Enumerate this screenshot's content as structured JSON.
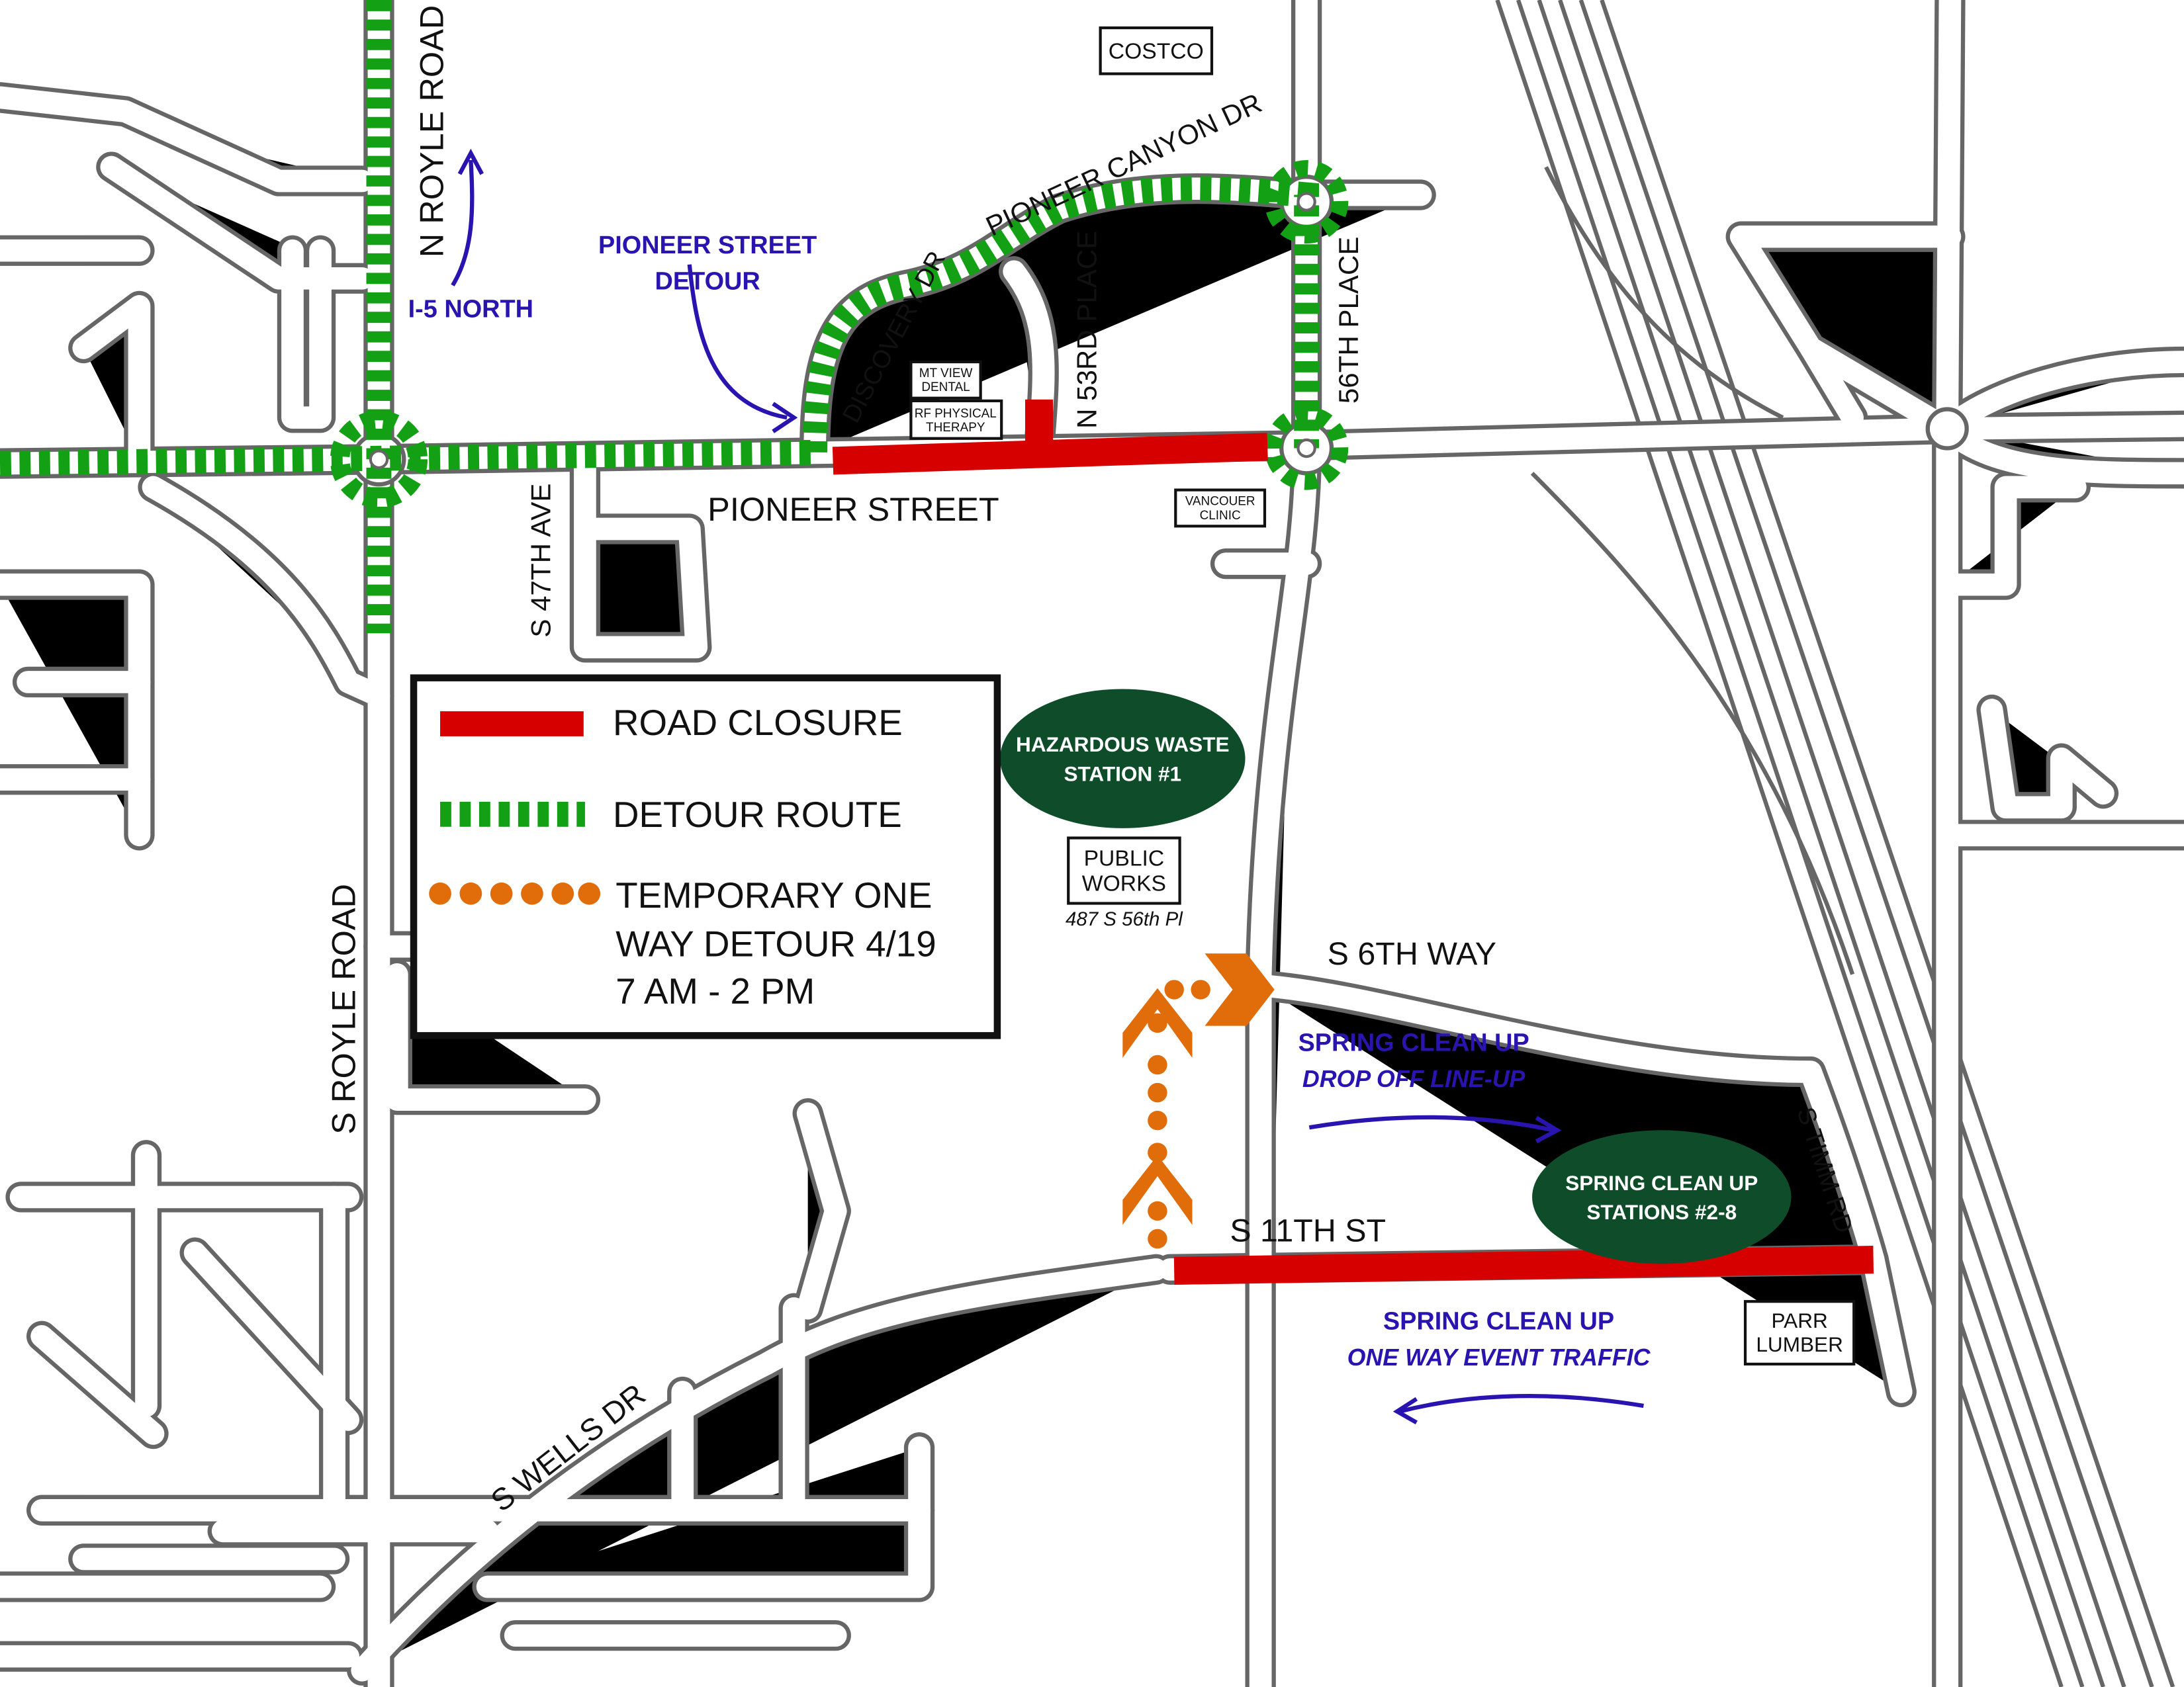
{
  "colors": {
    "closure": "#d70000",
    "detour": "#14a014",
    "one_way": "#e06c0a",
    "station": "#0f4d2a",
    "annotation": "#2a14b0"
  },
  "streets": {
    "n_royle": "N ROYLE ROAD",
    "s_royle": "S ROYLE ROAD",
    "pioneer_street": "PIONEER STREET",
    "pioneer_canyon": "PIONEER CANYON DR",
    "discovery": "DISCOVERY DR",
    "n_53rd": "N 53RD PLACE",
    "56th_place": "56TH PLACE",
    "s_47th": "S 47TH AVE",
    "s_6th_way": "S 6TH WAY",
    "s_11th": "S 11TH ST",
    "s_wells": "S WELLS DR",
    "s_timm": "S TIMM RD"
  },
  "places": {
    "costco": "COSTCO",
    "mt_view_1": "MT VIEW",
    "mt_view_2": "DENTAL",
    "rf_1": "RF PHYSICAL",
    "rf_2": "THERAPY",
    "vancouer_1": "VANCOUER",
    "vancouer_2": "CLINIC",
    "public_1": "PUBLIC",
    "public_2": "WORKS",
    "public_address": "487 S 56th Pl",
    "parr_1": "PARR",
    "parr_2": "LUMBER"
  },
  "stations": {
    "hazardous_1": "HAZARDOUS WASTE",
    "hazardous_2": "STATION #1",
    "spring_1": "SPRING CLEAN UP",
    "spring_2": "STATIONS #2-8"
  },
  "annotations": {
    "i5_north": "I-5 NORTH",
    "pioneer_detour_1": "PIONEER STREET",
    "pioneer_detour_2": "DETOUR",
    "dropoff_1": "SPRING CLEAN UP",
    "dropoff_2": "DROP OFF LINE-UP",
    "event_1": "SPRING CLEAN UP",
    "event_2": "ONE WAY EVENT TRAFFIC"
  },
  "legend": {
    "road_closure": "ROAD CLOSURE",
    "detour_route": "DETOUR ROUTE",
    "one_way_1": "TEMPORARY ONE",
    "one_way_2": "WAY DETOUR 4/19",
    "one_way_3": "7 AM - 2 PM"
  }
}
